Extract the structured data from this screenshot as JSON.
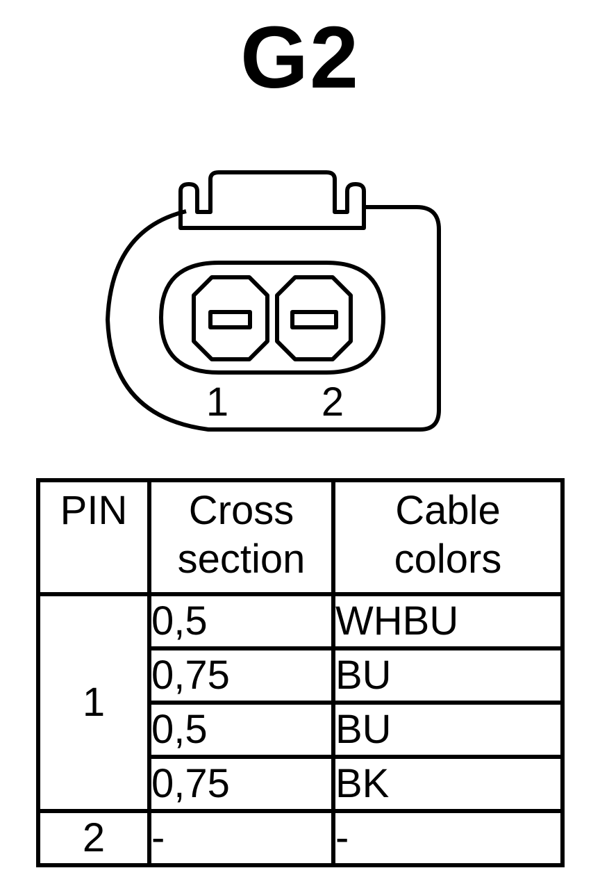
{
  "title": "G2",
  "connector": {
    "icon": "two-pin-connector-icon",
    "pin_labels": [
      "1",
      "2"
    ]
  },
  "table": {
    "headers": {
      "pin": "PIN",
      "cross_section": [
        "Cross",
        "section"
      ],
      "cable_colors": [
        "Cable",
        "colors"
      ]
    },
    "rows": [
      {
        "pin": "1",
        "entries": [
          {
            "cross_section": "0,5",
            "cable_color": "WHBU"
          },
          {
            "cross_section": "0,75",
            "cable_color": "BU"
          },
          {
            "cross_section": "0,5",
            "cable_color": "BU"
          },
          {
            "cross_section": "0,75",
            "cable_color": "BK"
          }
        ]
      },
      {
        "pin": "2",
        "entries": [
          {
            "cross_section": "-",
            "cable_color": "-"
          }
        ]
      }
    ]
  }
}
